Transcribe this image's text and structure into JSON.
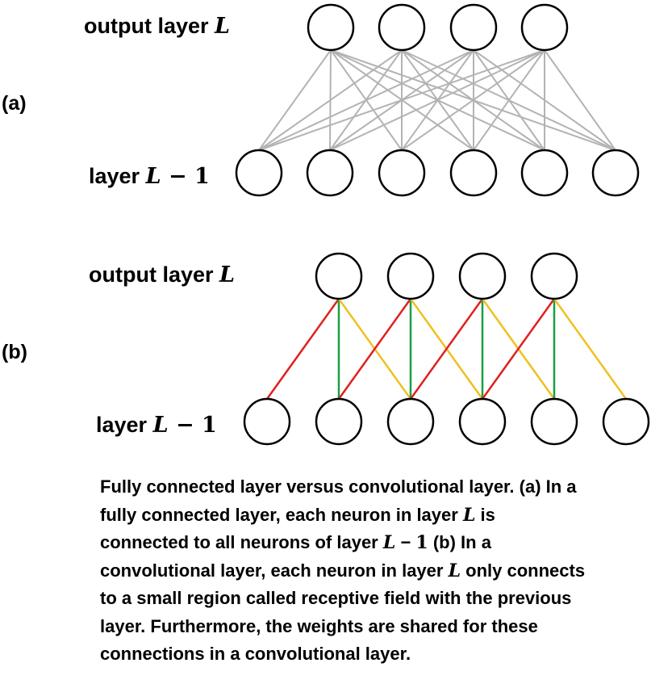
{
  "panel_a": {
    "tag": "(a)",
    "top_label_text": "output layer ",
    "top_label_var": "L",
    "bottom_label_text": "layer ",
    "bottom_label_var": "L",
    "bottom_label_rest": " − 1",
    "output_neurons": 4,
    "input_neurons": 6,
    "edge_color": "#b3b3b3",
    "connection": "full"
  },
  "panel_b": {
    "tag": "(b)",
    "top_label_text": "output layer ",
    "top_label_var": "L",
    "bottom_label_text": "layer ",
    "bottom_label_var": "L",
    "bottom_label_rest": " − 1",
    "output_neurons": 4,
    "input_neurons": 6,
    "connection": "receptive-field-3",
    "edge_colors": {
      "left": "#e02020",
      "center": "#1aa040",
      "right": "#f0c020"
    }
  },
  "caption": [
    [
      {
        "t": "Fully connected layer versus convolutional layer. (a) In a"
      }
    ],
    [
      {
        "t": "fully connected layer, each neuron in layer "
      },
      {
        "m": "L"
      },
      {
        "t": " is"
      }
    ],
    [
      {
        "t": "connected to all neurons of layer "
      },
      {
        "m": "L"
      },
      {
        "t": " − "
      },
      {
        "n": "1"
      },
      {
        "t": " (b) In a"
      }
    ],
    [
      {
        "t": "convolutional layer, each neuron in layer "
      },
      {
        "m": "L"
      },
      {
        "t": " only connects"
      }
    ],
    [
      {
        "t": "to  a small region called receptive field with the previous"
      }
    ],
    [
      {
        "t": "layer. Furthermore, the weights are shared for these"
      }
    ],
    [
      {
        "t": "connections in a convolutional layer."
      }
    ]
  ]
}
